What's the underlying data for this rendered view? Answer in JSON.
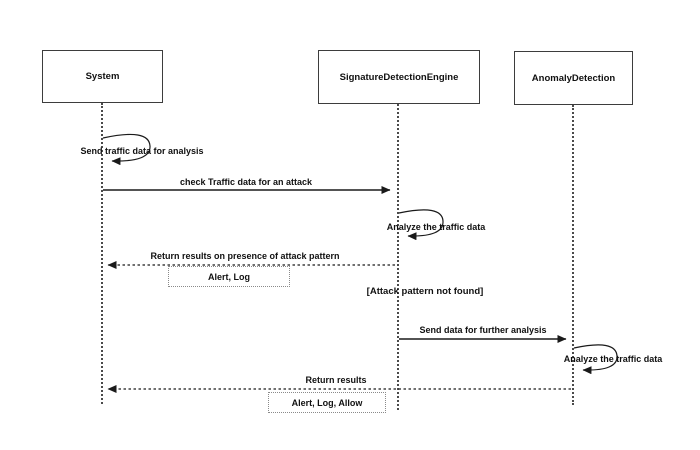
{
  "diagram": {
    "type": "uml-sequence",
    "actors": [
      {
        "id": "system",
        "label": "System"
      },
      {
        "id": "signature_detection_engine",
        "label": "SignatureDetectionEngine"
      },
      {
        "id": "anomaly_detection",
        "label": "AnomalyDetection"
      }
    ],
    "messages": [
      {
        "label": "Send traffic data for analysis",
        "type": "self",
        "from": "System",
        "to": "System"
      },
      {
        "label": "check Traffic data for an attack",
        "type": "solid",
        "from": "System",
        "to": "SignatureDetectionEngine"
      },
      {
        "label": "Analyze the traffic data",
        "type": "self",
        "from": "SignatureDetectionEngine",
        "to": "SignatureDetectionEngine"
      },
      {
        "label": "Return results on presence of attack pattern",
        "type": "dashed",
        "from": "SignatureDetectionEngine",
        "to": "System"
      },
      {
        "label": "Send data for further analysis",
        "type": "solid",
        "from": "SignatureDetectionEngine",
        "to": "AnomalyDetection"
      },
      {
        "label": "Analyze the traffic data",
        "type": "self",
        "from": "AnomalyDetection",
        "to": "AnomalyDetection"
      },
      {
        "label": "Return results",
        "type": "dashed",
        "from": "AnomalyDetection",
        "to": "System"
      }
    ],
    "notes": [
      {
        "label": "Alert, Log"
      },
      {
        "label": "Alert, Log, Allow"
      }
    ],
    "guard": "[Attack pattern not found]",
    "colors": {
      "background": "#ffffff",
      "line": "#1a1a1a",
      "text": "#111111",
      "note_border": "#8a8a8a"
    }
  }
}
